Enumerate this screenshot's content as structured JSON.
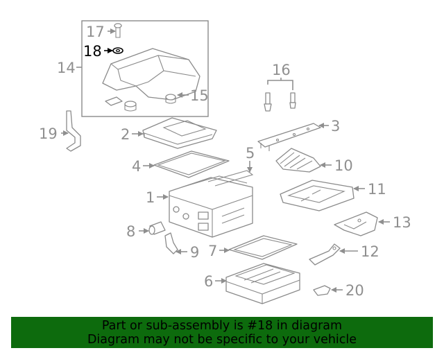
{
  "diagram": {
    "highlighted_part": "18",
    "callouts": [
      "1",
      "2",
      "3",
      "4",
      "5",
      "6",
      "7",
      "8",
      "9",
      "10",
      "11",
      "12",
      "13",
      "14",
      "15",
      "16",
      "17",
      "18",
      "19",
      "20"
    ]
  },
  "footer": {
    "line1": "Part or sub-assembly is #18 in diagram",
    "line2": "Diagram may not be specific to your vehicle"
  },
  "colors": {
    "footer_bg": "#0d6b0d",
    "line_art": "#8a8a8a",
    "highlight": "#000000"
  }
}
